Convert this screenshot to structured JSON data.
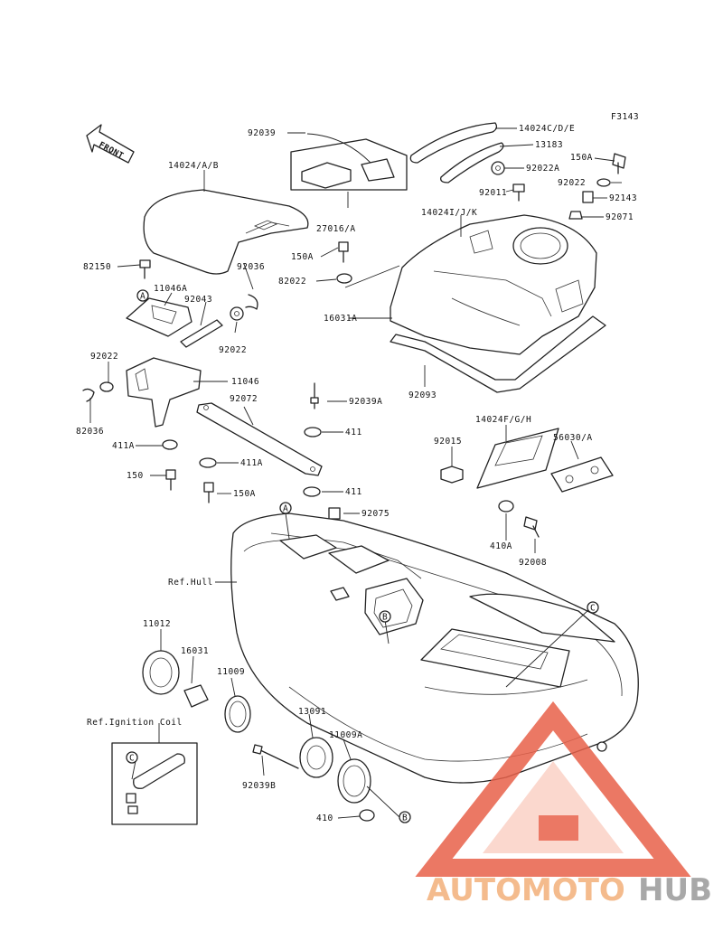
{
  "diagram": {
    "code": "F3143",
    "front_label": "FRONT",
    "labels": {
      "l_92039": "92039",
      "l_14024cde": "14024C/D/E",
      "l_13183": "13183",
      "l_150a_top": "150A",
      "l_92022a": "92022A",
      "l_92011": "92011",
      "l_92022_r": "92022",
      "l_92143": "92143",
      "l_92071": "92071",
      "l_14024ab": "14024/A/B",
      "l_27016a": "27016/A",
      "l_14024ijk": "14024I/J/K",
      "l_150a_mid": "150A",
      "l_82022": "82022",
      "l_82150": "82150",
      "l_92036_top": "92036",
      "l_11046a": "11046A",
      "l_92043": "92043",
      "l_92022_l": "92022",
      "l_16031a": "16031A",
      "l_92093": "92093",
      "l_92022_ll": "92022",
      "l_11046": "11046",
      "l_92072": "92072",
      "l_92039a": "92039A",
      "l_82036": "82036",
      "l_411a_l": "411A",
      "l_411a_m": "411A",
      "l_411_t": "411",
      "l_411_b": "411",
      "l_150": "150",
      "l_150a_b": "150A",
      "l_14024fgh": "14024F/G/H",
      "l_92015": "92015",
      "l_56030a": "56030/A",
      "l_92075": "92075",
      "l_410a": "410A",
      "l_92008": "92008",
      "l_refhull": "Ref.Hull",
      "l_11012": "11012",
      "l_16031": "16031",
      "l_11009": "11009",
      "l_refign": "Ref.Ignition Coil",
      "l_13091": "13091",
      "l_11009a": "11009A",
      "l_92039b": "92039B",
      "l_410": "410"
    },
    "callouts": {
      "a1": "A",
      "a2": "A",
      "b1": "B",
      "b2": "B",
      "c1": "C",
      "c2": "C"
    }
  },
  "watermark": {
    "auto": "AUTOMOTO",
    "hub": "HUB",
    "accent_color": "#f08a3c",
    "triangle_color": "#e8614a"
  }
}
